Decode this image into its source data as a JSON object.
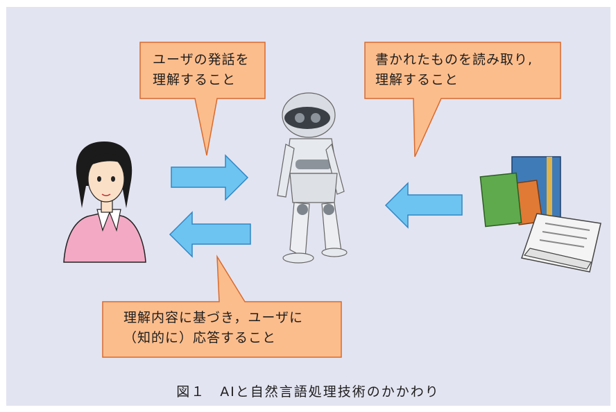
{
  "bubbles": {
    "understand_speech": "ユーザの発話を\n理解すること",
    "read_documents": "書かれたものを読み取り,\n理解すること",
    "respond": "理解内容に基づき，ユーザに\n（知的に）応答すること"
  },
  "caption": "図１　AIと自然言語処理技術のかかわり",
  "colors": {
    "background": "#e3e4f1",
    "bubble_fill": "#fcbd8c",
    "bubble_stroke": "#d86a2e",
    "arrow_fill": "#6ec4f0",
    "arrow_stroke": "#2f86c4"
  }
}
